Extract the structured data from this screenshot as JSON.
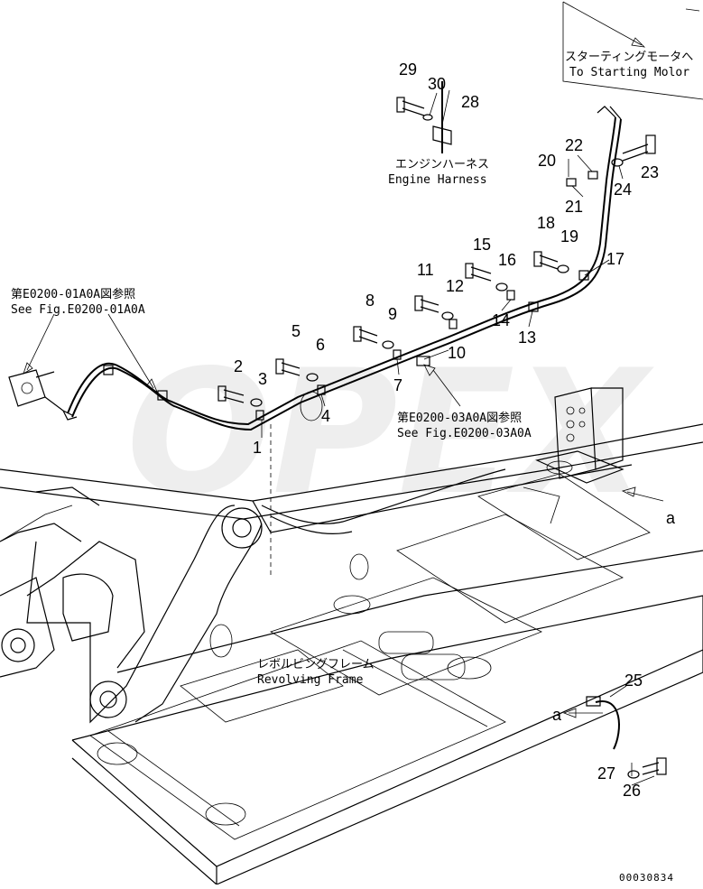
{
  "diagram": {
    "watermark": "OPEX",
    "drawing_code": "00030834",
    "labels": {
      "to_starting_motor_jp": "スターティングモータへ",
      "to_starting_motor_en": "To Starting Molor",
      "engine_harness_jp": "エンジンハーネス",
      "engine_harness_en": "Engine Harness",
      "see_fig_01_jp": "第E0200-01A0A図参照",
      "see_fig_01_en": "See Fig.E0200-01A0A",
      "see_fig_03_jp": "第E0200-03A0A図参照",
      "see_fig_03_en": "See Fig.E0200-03A0A",
      "revolving_frame_jp": "レボルビングフレーム",
      "revolving_frame_en": "Revolving Frame",
      "view_a_1": "a",
      "view_a_2": "a"
    },
    "parts": [
      "1",
      "2",
      "3",
      "4",
      "5",
      "6",
      "7",
      "8",
      "9",
      "10",
      "11",
      "12",
      "13",
      "14",
      "15",
      "16",
      "17",
      "18",
      "19",
      "20",
      "21",
      "22",
      "23",
      "24",
      "25",
      "26",
      "27",
      "28",
      "29",
      "30"
    ]
  }
}
